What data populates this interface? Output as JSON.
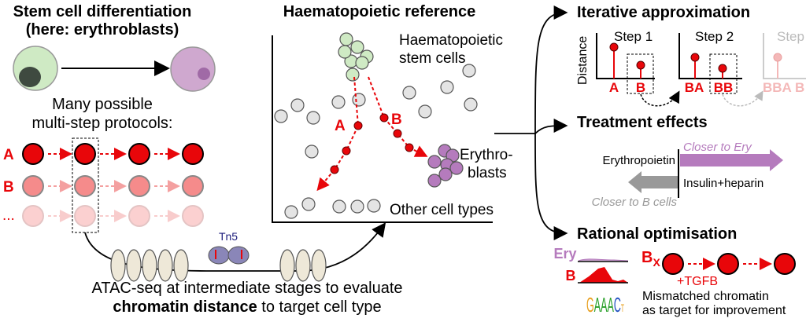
{
  "left": {
    "title_line1": "Stem cell differentiation",
    "title_line2": "(here: erythroblasts)",
    "protocols_line1": "Many possible",
    "protocols_line2": "multi-step protocols:",
    "row_labels": [
      "A",
      "B",
      "..."
    ],
    "tn5_label": "Tn5",
    "atac_line1": "ATAC-seq at intermediate stages to evaluate",
    "atac_line2_bold": "chromatin distance",
    "atac_line2_rest": " to target cell type"
  },
  "middle": {
    "title": "Haematopoietic reference",
    "hsc_line1": "Haematopoietic",
    "hsc_line2": "stem cells",
    "path_a": "A",
    "path_b": "B",
    "ery_line1": "Erythro-",
    "ery_line2": "blasts",
    "other": "Other cell types"
  },
  "iterative": {
    "title": "Iterative approximation",
    "ylabel": "Distance",
    "steps": [
      "Step 1",
      "Step 2",
      "Step"
    ],
    "step1_labels": [
      "A",
      "B"
    ],
    "step2_labels": [
      "BA",
      "BB"
    ],
    "step3_labels": [
      "BBA",
      "B"
    ]
  },
  "treatment": {
    "title": "Treatment effects",
    "closer_ery": "Closer to Ery",
    "erythropoietin": "Erythropoietin",
    "insulin": "Insulin+heparin",
    "closer_b": "Closer to B cells"
  },
  "rational": {
    "title": "Rational optimisation",
    "ery": "Ery",
    "b": "B",
    "motif": "GAAACT",
    "bx": "B",
    "bx_sub": "X",
    "tgfb": "+TGFB",
    "note_line1": "Mismatched chromatin",
    "note_line2": "as target for improvement"
  },
  "colors": {
    "red": "#e8060a",
    "purple": "#b57bbd",
    "green": "#cfeac4",
    "grey": "#999999"
  }
}
